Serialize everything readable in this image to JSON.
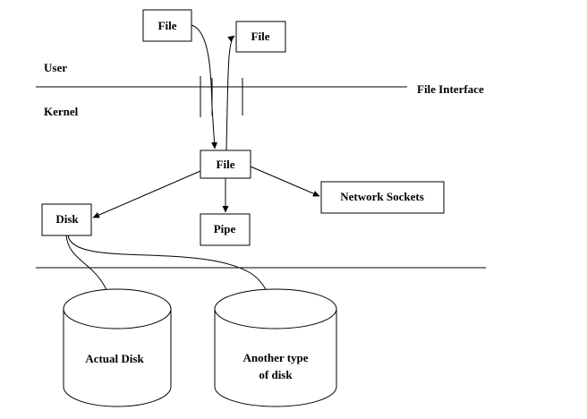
{
  "labels": {
    "user": "User",
    "kernel": "Kernel",
    "file_interface": "File Interface"
  },
  "nodes": {
    "file_user_in": "File",
    "file_user_out": "File",
    "file_kernel": "File",
    "disk": "Disk",
    "pipe": "Pipe",
    "network_sockets": "Network Sockets",
    "actual_disk": "Actual Disk",
    "another_disk_line1": "Another type",
    "another_disk_line2": "of disk"
  }
}
